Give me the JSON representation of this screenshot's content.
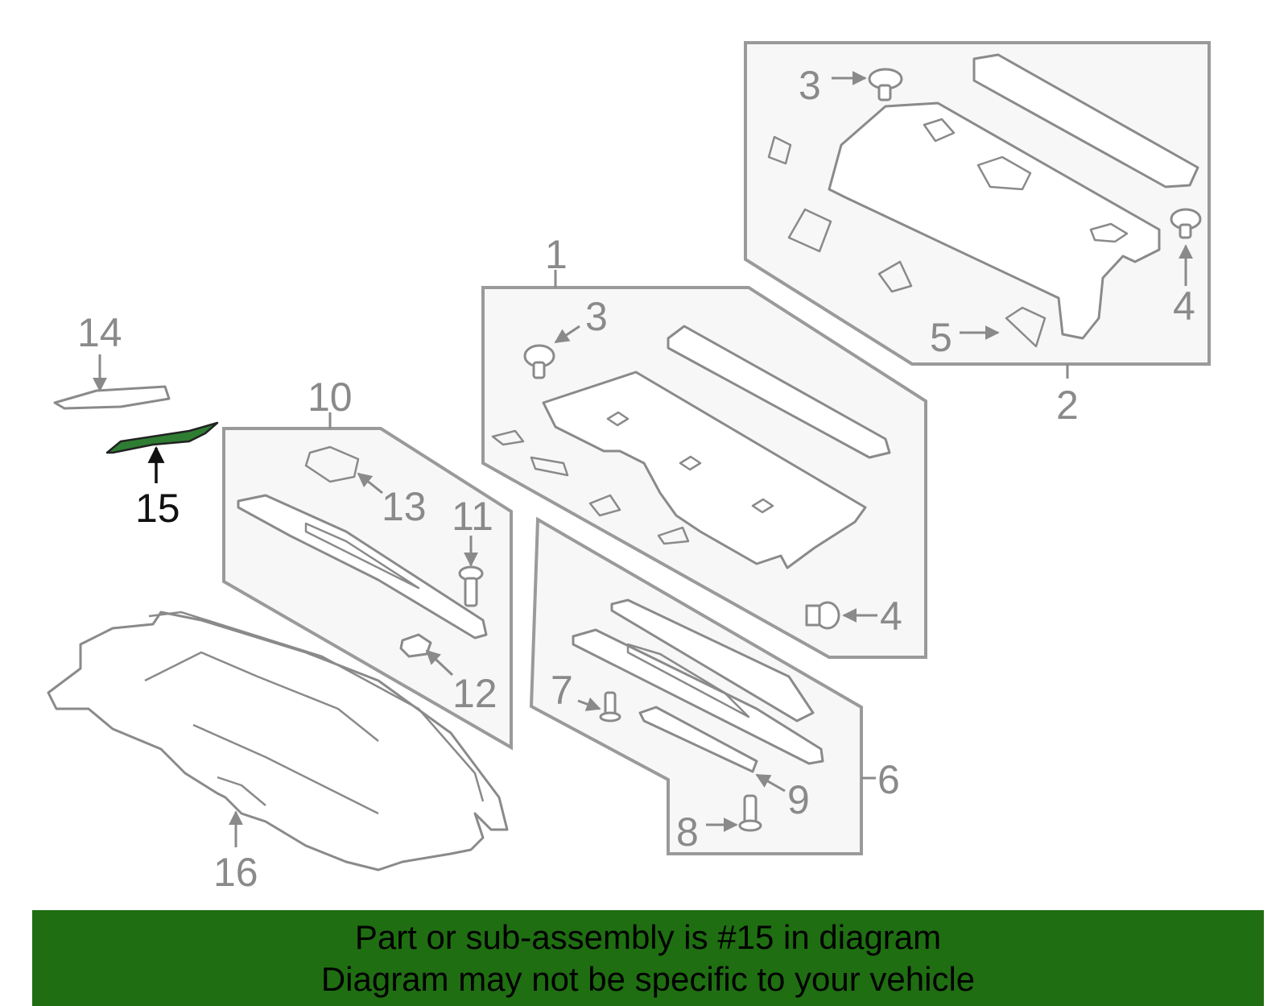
{
  "callouts": {
    "c1": "1",
    "c2": "2",
    "c3a": "3",
    "c3b": "3",
    "c4a": "4",
    "c4b": "4",
    "c5": "5",
    "c6": "6",
    "c7": "7",
    "c8": "8",
    "c9": "9",
    "c10": "10",
    "c11": "11",
    "c12": "12",
    "c13": "13",
    "c14": "14",
    "c15": "15",
    "c16": "16"
  },
  "highlight": {
    "part_number": "15",
    "color": "#2f7d32"
  },
  "banner": {
    "line1": "Part or sub-assembly is #15 in diagram",
    "line2": "Diagram may not be specific to your vehicle",
    "background": "#1f6e12"
  }
}
